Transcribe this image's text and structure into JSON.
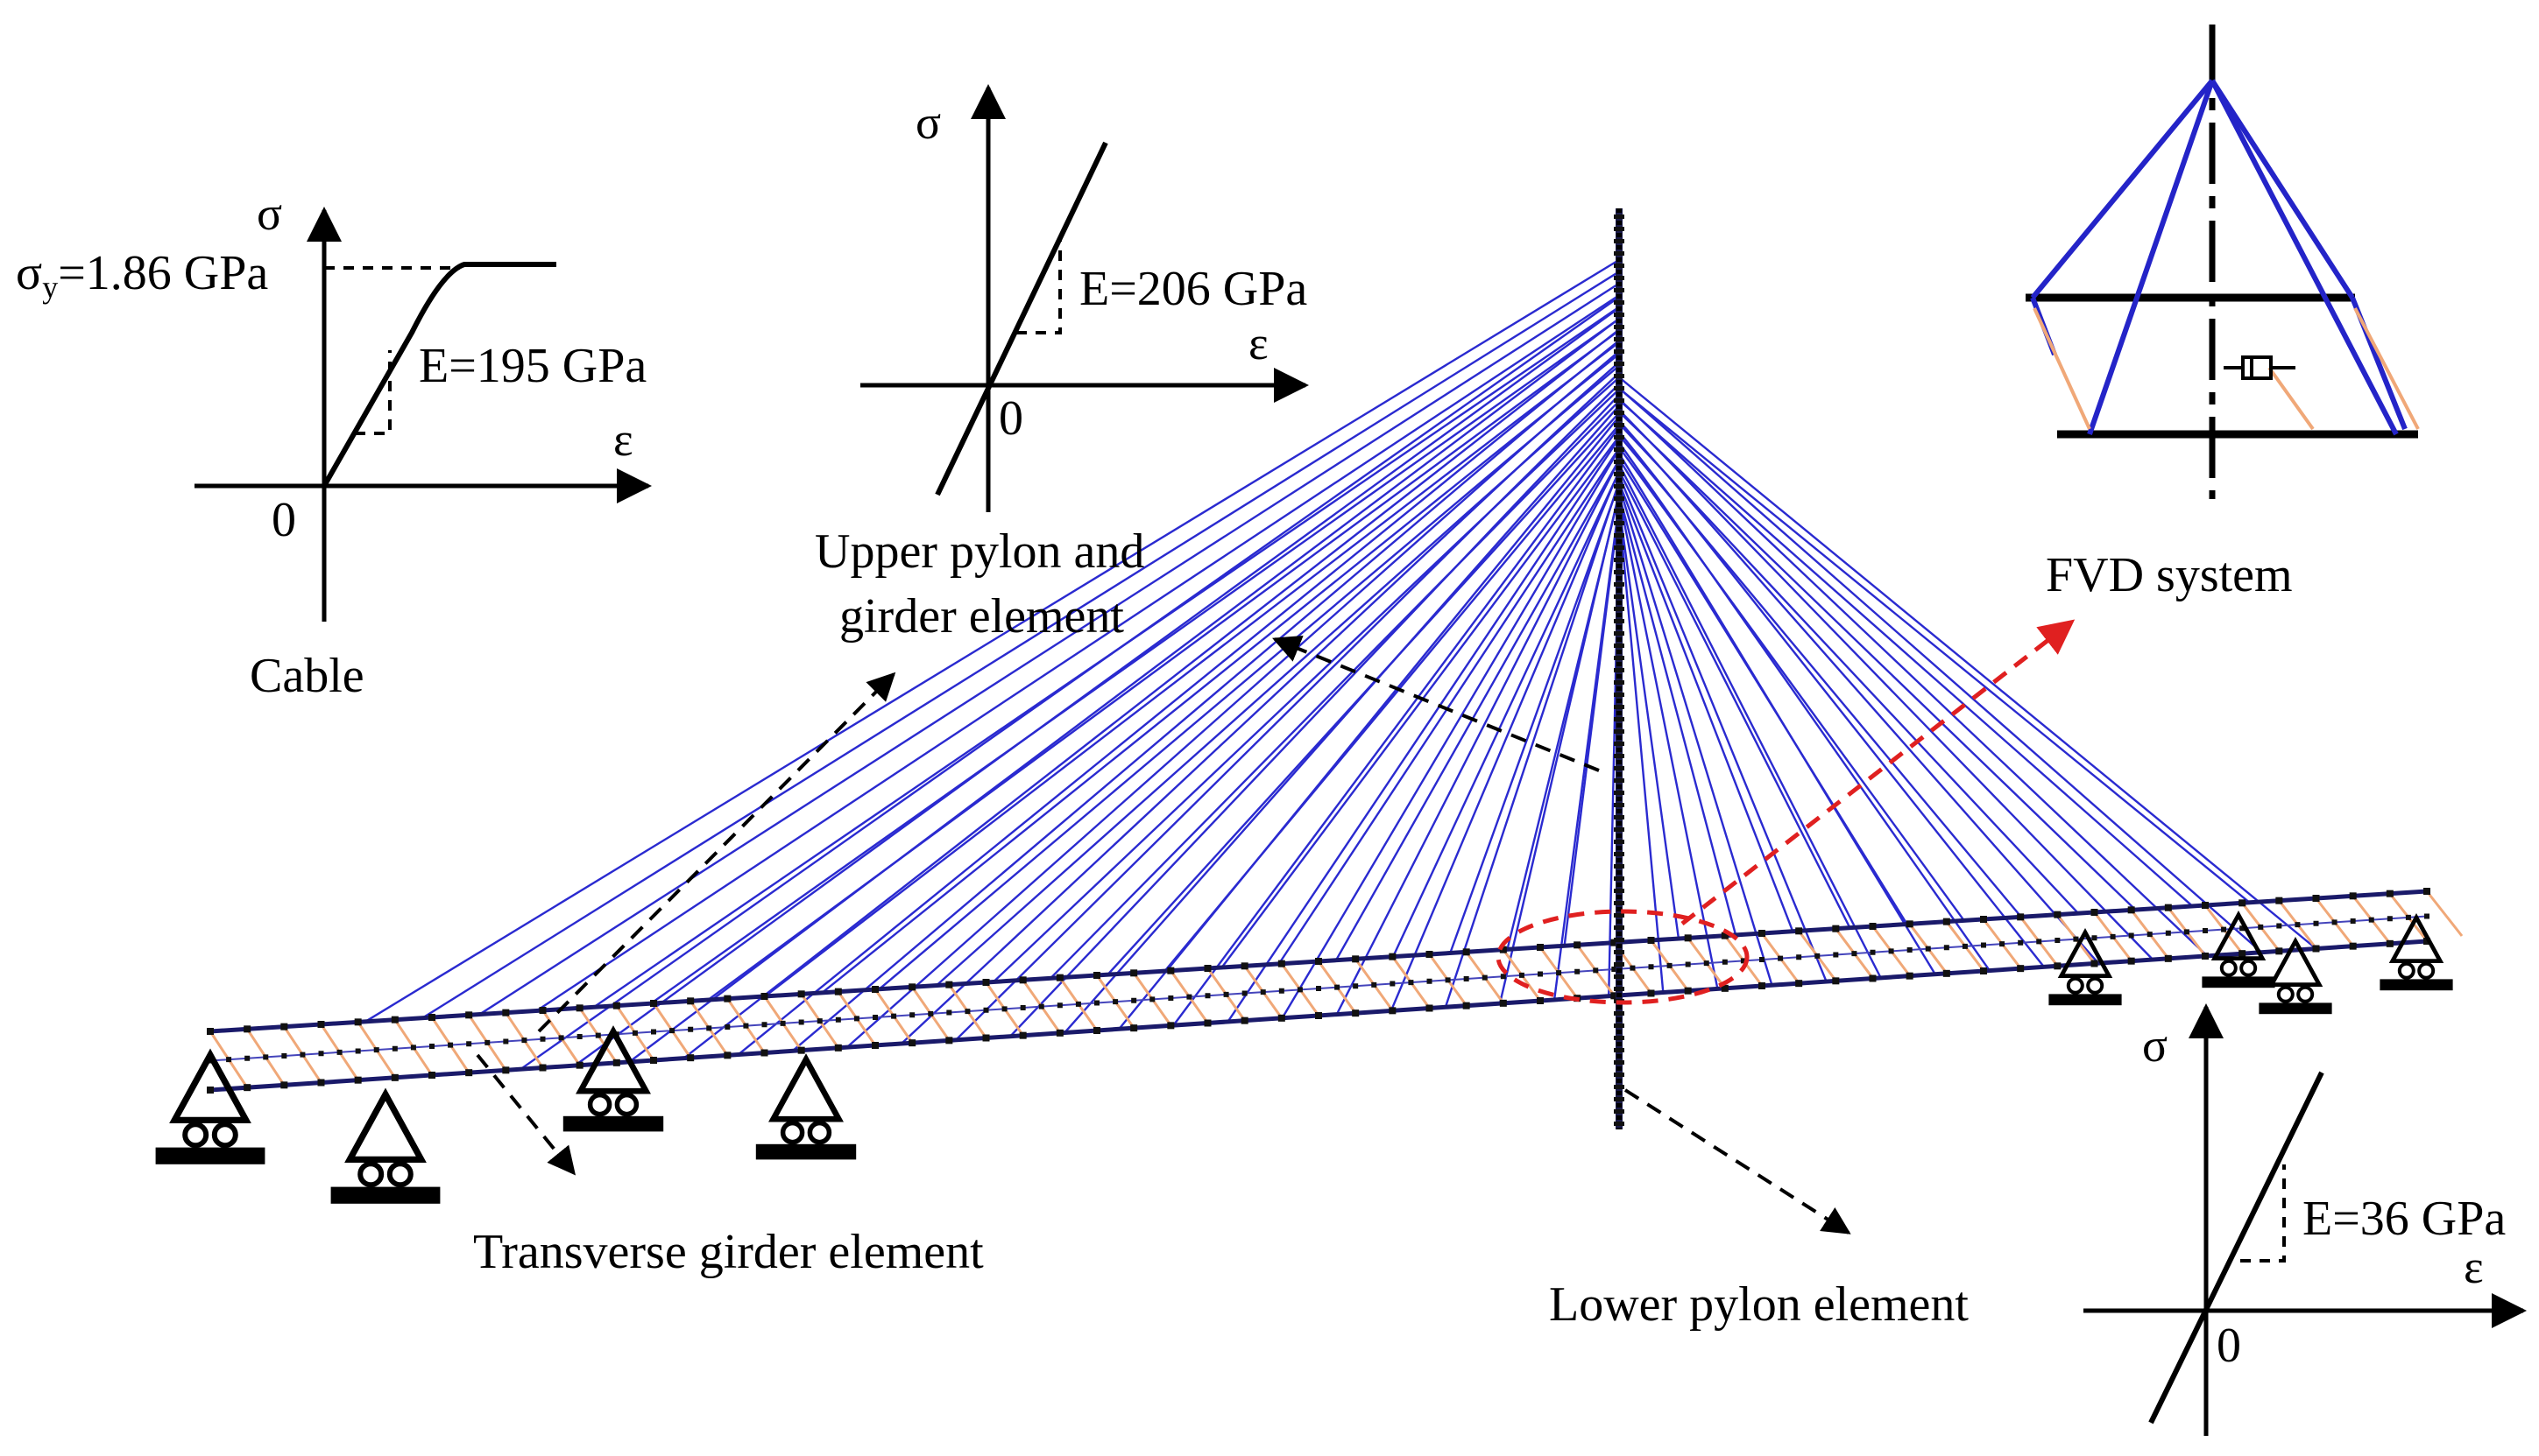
{
  "labels": {
    "cable": "Cable",
    "upper": [
      "Upper pylon and",
      "girder element"
    ],
    "fvd": "FVD system",
    "transverse": "Transverse girder element",
    "lower": "Lower pylon element"
  },
  "graphs": {
    "cable": {
      "y_axis": "σ",
      "x_axis": "ε",
      "origin": "0",
      "yield_symbol": "σ",
      "yield_sub": "y",
      "yield_value": "=1.86 GPa",
      "modulus": "E=195 GPa"
    },
    "upper": {
      "y_axis": "σ",
      "x_axis": "ε",
      "origin": "0",
      "modulus": "E=206 GPa"
    },
    "lower": {
      "y_axis": "σ",
      "x_axis": "ε",
      "origin": "0",
      "modulus": "E=36 GPa"
    }
  },
  "colors": {
    "cable": "#2a2ad0",
    "girder": "#f0a878",
    "node": "#111111",
    "fvd_arrow": "#e02020",
    "black": "#000000"
  }
}
